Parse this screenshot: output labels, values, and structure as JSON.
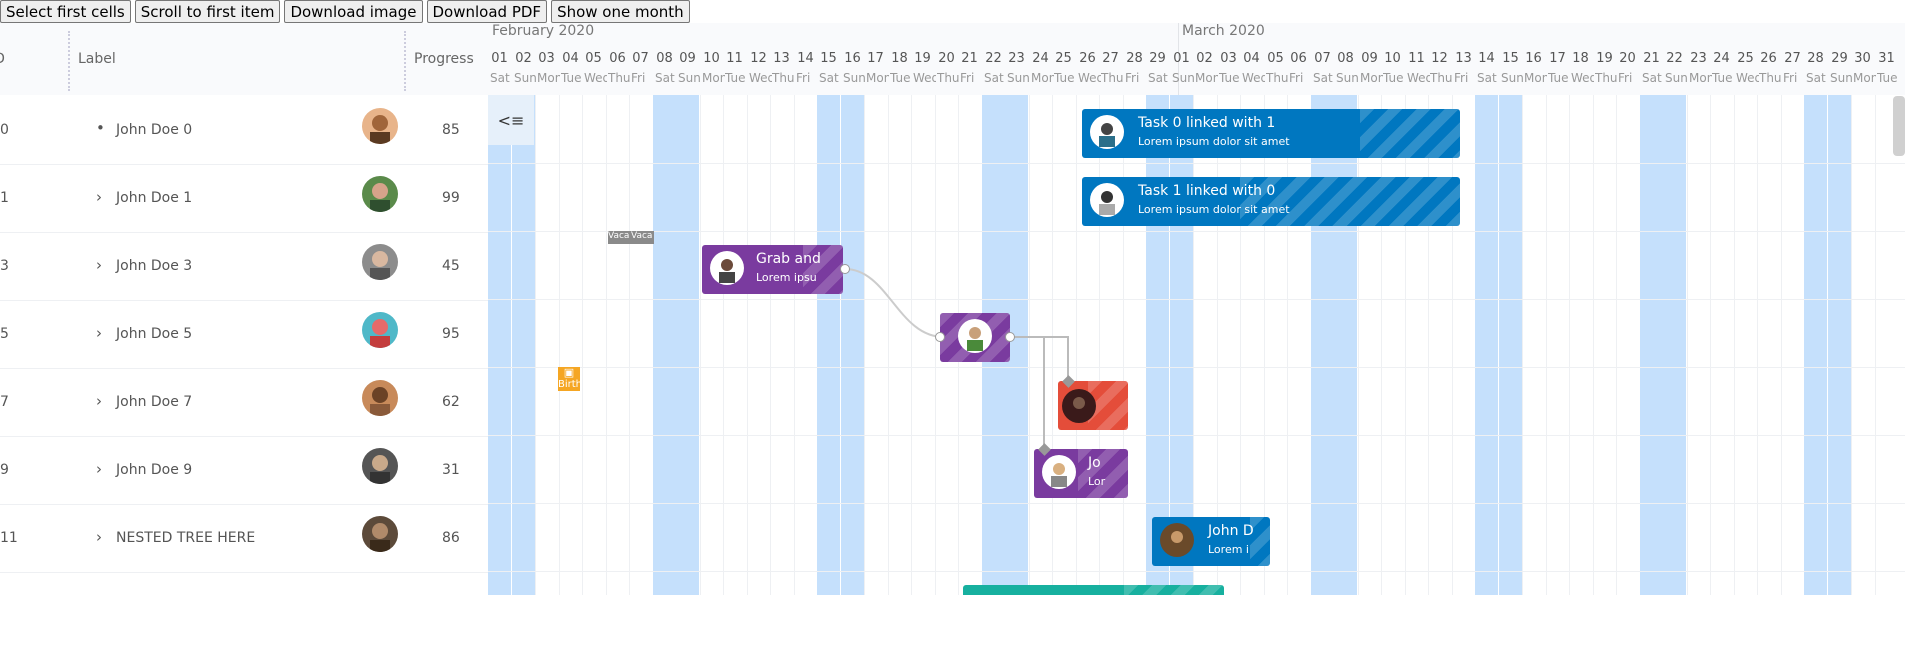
{
  "toolbar": {
    "buttons": [
      "Select first cells",
      "Scroll to first item",
      "Download image",
      "Download PDF",
      "Show one month"
    ]
  },
  "list": {
    "headers": {
      "id": "ID",
      "label": "Label",
      "progress": "Progress"
    },
    "rows": [
      {
        "id": "0",
        "label": "John Doe 0",
        "progress": "85",
        "marker": "•"
      },
      {
        "id": "1",
        "label": "John Doe 1",
        "progress": "99",
        "marker": "›"
      },
      {
        "id": "3",
        "label": "John Doe 3",
        "progress": "45",
        "marker": "›"
      },
      {
        "id": "5",
        "label": "John Doe 5",
        "progress": "95",
        "marker": "›"
      },
      {
        "id": "7",
        "label": "John Doe 7",
        "progress": "62",
        "marker": "›"
      },
      {
        "id": "9",
        "label": "John Doe 9",
        "progress": "31",
        "marker": "›"
      },
      {
        "id": "11",
        "label": "NESTED TREE HERE",
        "progress": "86",
        "marker": "›"
      }
    ]
  },
  "timeline": {
    "months": [
      "February 2020",
      "March 2020"
    ],
    "feb_days": [
      "01",
      "02",
      "03",
      "04",
      "05",
      "06",
      "07",
      "08",
      "09",
      "10",
      "11",
      "12",
      "13",
      "14",
      "15",
      "16",
      "17",
      "18",
      "19",
      "20",
      "21",
      "22",
      "23",
      "24",
      "25",
      "26",
      "27",
      "28",
      "29"
    ],
    "feb_names": [
      "Sat",
      "Sun",
      "Mon",
      "Tue",
      "Wed",
      "Thu",
      "Fri",
      "Sat",
      "Sun",
      "Mon",
      "Tue",
      "Wed",
      "Thu",
      "Fri",
      "Sat",
      "Sun",
      "Mon",
      "Tue",
      "Wed",
      "Thu",
      "Fri",
      "Sat",
      "Sun",
      "Mon",
      "Tue",
      "Wed",
      "Thu",
      "Fri",
      "Sat"
    ],
    "mar_days": [
      "01",
      "02",
      "03",
      "04",
      "05",
      "06",
      "07",
      "08",
      "09",
      "10",
      "11",
      "12",
      "13",
      "14",
      "15",
      "16",
      "17",
      "18",
      "19",
      "20",
      "21",
      "22",
      "23",
      "24",
      "25",
      "26",
      "27",
      "28",
      "29",
      "30",
      "31"
    ],
    "mar_names": [
      "Sun",
      "Mon",
      "Tue",
      "Wed",
      "Thu",
      "Fri",
      "Sat",
      "Sun",
      "Mon",
      "Tue",
      "Wed",
      "Thu",
      "Fri",
      "Sat",
      "Sun",
      "Mon",
      "Tue",
      "Wed",
      "Thu",
      "Fri",
      "Sat",
      "Sun",
      "Mon",
      "Tue",
      "Wed",
      "Thu",
      "Fri",
      "Sat",
      "Sun",
      "Mon",
      "Tue"
    ],
    "collapse_icon": "collapse-icon",
    "collapse_glyph": "<≡"
  },
  "tasks": {
    "task0": {
      "title": "Task 0 linked with 1",
      "desc": "Lorem ipsum dolor sit amet"
    },
    "task1": {
      "title": "Task 1 linked with 0",
      "desc": "Lorem ipsum dolor sit amet"
    },
    "grab": {
      "title": "Grab and",
      "desc": "Lorem ipsu"
    },
    "j9": {
      "title": "Jo",
      "desc": "Lor"
    },
    "j11": {
      "title": "John D",
      "desc": "Lorem i"
    }
  },
  "labels": {
    "vacation1": "Vaca",
    "vacation2": "Vaca",
    "birthday": "Birth"
  },
  "colors": {
    "weekend": "#c5e0fc",
    "task_blue": "#0077c0",
    "task_purple": "#7a3b9f",
    "task_red": "#e44d3a",
    "task_teal": "#17b09f"
  }
}
